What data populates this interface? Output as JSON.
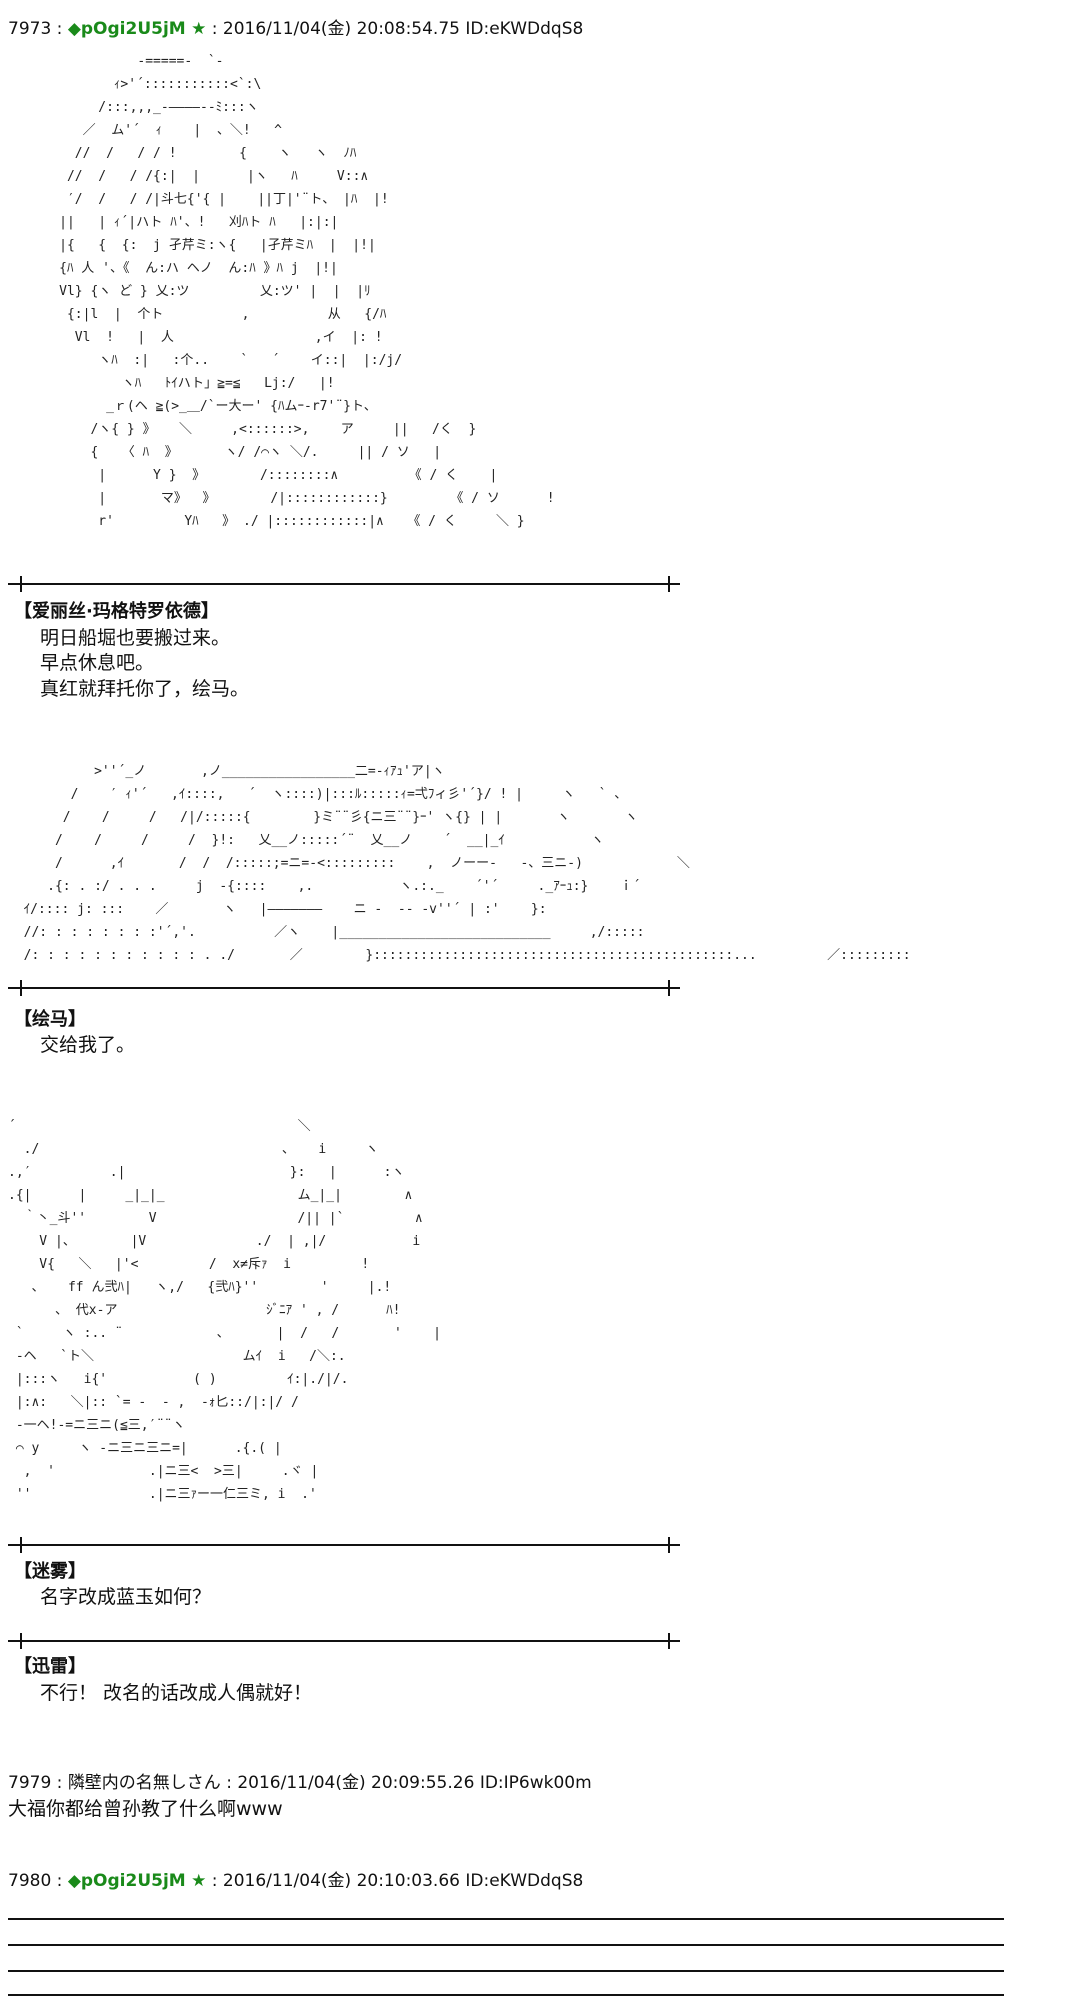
{
  "posts": [
    {
      "number": "7973 :",
      "trip": "◆pOgi2U5jM",
      "star": "★",
      "sep": ":",
      "datetime": "2016/11/04(金) 20:08:54.75",
      "id": "ID:eKWDdqS8"
    },
    {
      "number": "7979 :",
      "name": "隣壁内の名無しさん",
      "sep": ":",
      "datetime": "2016/11/04(金) 20:09:55.26",
      "id": "ID:IP6wk00m",
      "body": "大福你都给曾孙教了什么啊www"
    },
    {
      "number": "7980 :",
      "trip": "◆pOgi2U5jM",
      "star": "★",
      "sep": ":",
      "datetime": "2016/11/04(金) 20:10:03.66",
      "id": "ID:eKWDdqS8"
    }
  ],
  "scenes": [
    {
      "speaker": "【爱丽丝·玛格特罗依德】",
      "lines": [
        "明日船堀也要搬过来。",
        "早点休息吧。",
        "真红就拜托你了，绘马。"
      ]
    },
    {
      "speaker": "【绘马】",
      "lines": [
        "交给我了。"
      ]
    },
    {
      "speaker": "【迷雾】",
      "lines": [
        "名字改成蓝玉如何？"
      ]
    },
    {
      "speaker": "【迅雷】",
      "lines": [
        "不行！ 改名的话改成人偶就好！"
      ]
    }
  ],
  "ascii_art": {
    "alice": "               -=====-  `-\n            ｨ>'´:::::::::::<`:\\\n          /:::,,,_-――――--ﾐ:::ヽ\n        ／  ム'´  ｨ    |  、＼!   ^\n       //  /   / / !        {    ヽ   ヽ  ﾉﾊ\n      //  /   / /{:|  |      |ヽ   ﾊ     V::∧\n      ′/  /   / /|斗七{'{ |    ||丁|'¨ト、 |ﾊ  |!\n     ||   | ｨ´|ハト ﾊ'、!   刈ﾊト ﾊ   |:|:|\n     |{   {  {:  j 孑芹ミ:ヽ{   |孑芹ミﾊ  |  |!|\n     {ﾊ 人 '、《  ん:ハ ヘノ  ん:ﾊ 》ﾊ j  |!|\n     Vl} {ヽ ど } 乂:ツ         乂:ツ' |  |  |ﾘ\n      {:|l  |  个ト          ,          从   {/ﾊ\n       Vl  !   |  人                  ,イ  |: !\n          ヽﾊ  :|   :个..    `   ´    イ::|  |:/j/\n             ヽﾊ   ﾄｲハト」≧=≦   Lj:/   |!\n           _ｒ(ヘ ≧(>_＿/`ー大ー' {ﾊムｰ-r7'¨}ト、\n         /ヽ{ } 》   ＼     ,<::::::>,    ア     ||   /く  }\n         {   〈 ﾊ  》      ヽ/ /⌒ヽ ＼/.     || / ソ   |\n          |      Y }  》       /::::::::∧         《 / く    |\n          |       マ》  》       /|::::::::::::}        《 / ソ      !\n          r'         Yﾊ   》 ./ |::::::::::::|∧   《 / く     ＼ }",
    "ema": "           >''´_ノ       ,ノ_________________二=-ｨｱｭ'ア|ヽ\n        /    ′ ｨ'´   ,ｲ::::,   ´  ヽ::::)|:::ﾙ:::::ｨ=弌ﾌィ彡'´}/ ! |     ヽ   ` 、\n       /    /     /   /|/:::::{        }ミ¨¨彡{ニ三¨¨}ｰ' ヽ{} | |       ヽ       ヽ\n      /    /     /     /  }!:   乂__ノ:::::´¨  乂__ノ    ´  __|_ｲ           ヽ\n      /      ,ｲ       /  /  /:::::;=ニ=-<:::::::::    ,  ノーー-   -、三ニ-)            ＼\n     .{: . :/ . . .     j  -{::::    ,.           ヽ.:._    ´'´     ._ｱｰｭ:}    ｉ´\n  ｲ/:::: j: :::    ／       ヽ   |―――――――    ニ -  -- -v''´ | :'    }:\n  //: : : : : : : :'´,'.          ／ヽ    |___________________________     ,/:::::\n  /: : : : : : : : : : : . ./       ／        }::::::::::::::::::::::::::::::::::::::::::::::...         ／:::::::::",
    "mist": "´                                    ＼\n  ./                               、   i     ヽ\n.,′          .|                     }:   |      :ヽ\n.{|      |     _|_|_                 ム_|_|        ∧\n  ｀丶_斗''        V                  /|| |`         ∧\n    V |、       |V              ./  | ,|/           i\n    V{   ＼   |'<         /  x≠斥ｧ  i         !\n   、   ff ん弐ﾊ|   ヽ,/   {弐ﾊ}''        '     |.!\n      、 代x-ア                   ｼﾞﾆｱ ' , /      ﾊ!\n `     ヽ :.. ¨            、      |  /   /       '    |\n -ヘ   `ト＼                   ムｲ  i   /＼:.\n |:::ヽ   i{'           ( )         ｲ:|./|/.\n |:∧:   ＼|:: `= -  - ,  -ｫ匕::/|:|/ /\n -一ヘ!-=ニ三ニ(≦三,′¨¨ヽ\n ⌒ y     ヽ -ニ三ニ三ニ=|      .{.( |\n  ,  '            .|ニ三<  >三|     .ヾ |\n ''               .|ニ三ｧー一仁三ミ, i  .'"
  }
}
